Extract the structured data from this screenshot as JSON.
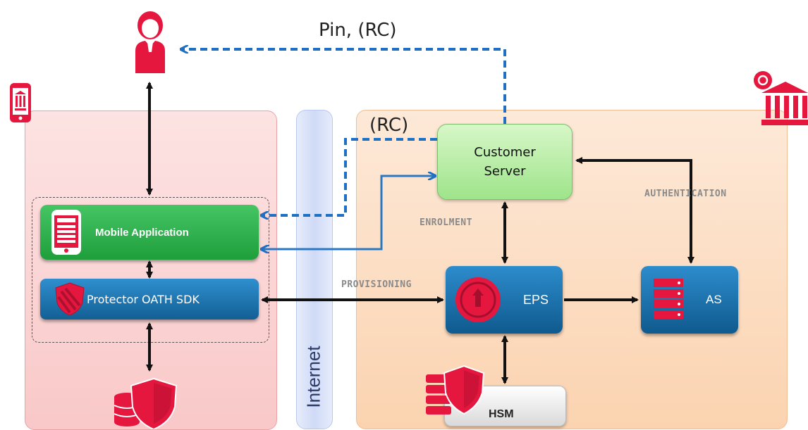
{
  "labels": {
    "pin_rc": "Pin, (RC)",
    "rc": "(RC)",
    "customer_server": "Customer\nServer",
    "mobile_application": "Mobile Application",
    "protector_sdk": "Protector OATH SDK",
    "eps": "EPS",
    "as": "AS",
    "hsm": "HSM",
    "internet": "Internet",
    "enrolment": "ENROLMENT",
    "provisioning": "PROVISIONING",
    "authentication": "AUTHENTICATION"
  },
  "colors": {
    "accent_red": "#e5173f",
    "dashed_blue": "#1f6fc2",
    "solid_blue": "#2a78c4",
    "black_arrow": "#111111"
  },
  "icons": [
    "user-icon",
    "phone-bank-icon",
    "bank-building-icon",
    "phone-form-icon",
    "shield-icon",
    "seal-icon",
    "server-icon",
    "database-shield-icon"
  ]
}
